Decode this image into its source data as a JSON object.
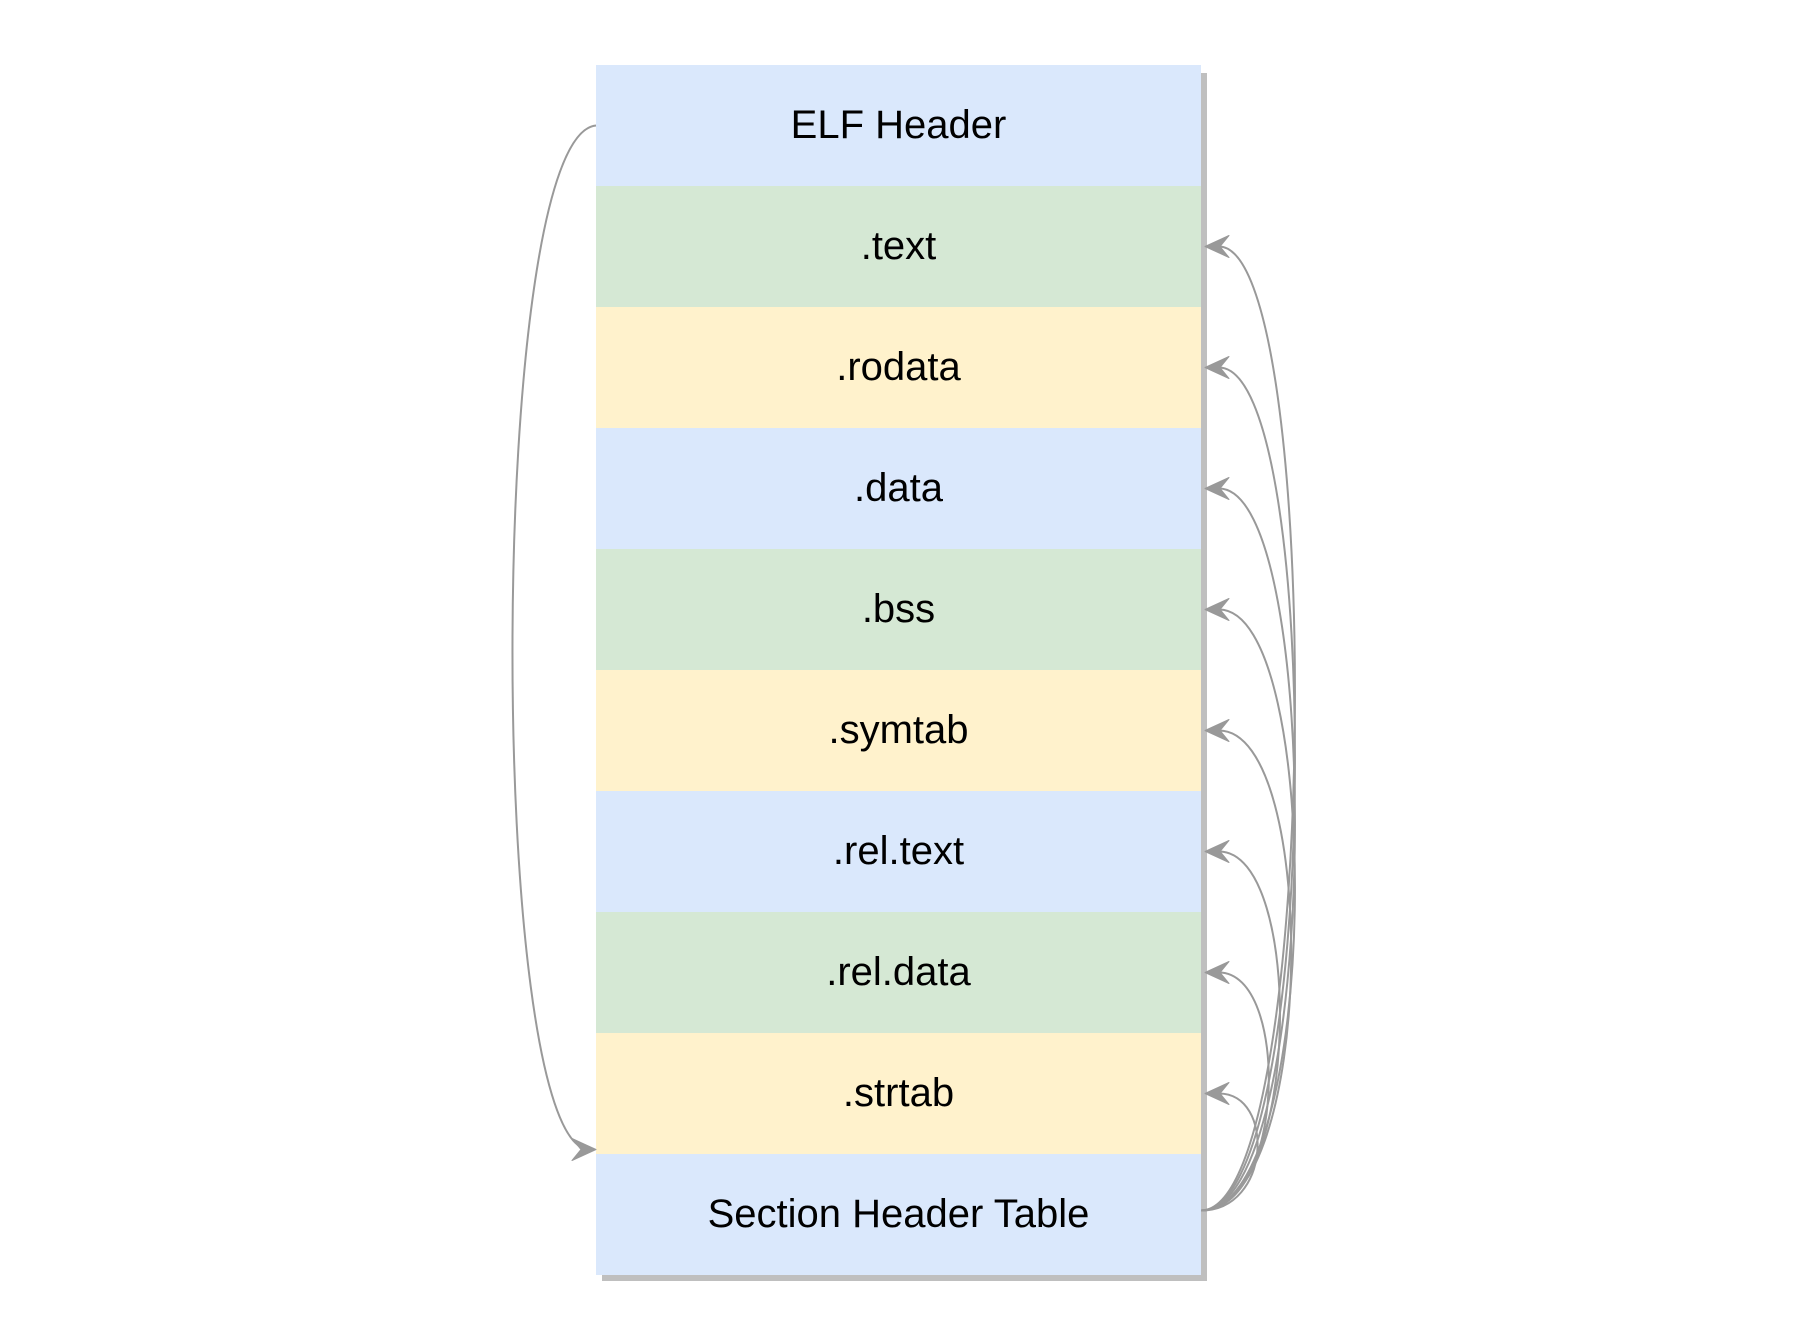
{
  "colors": {
    "blue": "#dae8fc",
    "green": "#d5e8d4",
    "yellow": "#fff2cc",
    "connector": "#999999",
    "shadow": "#bfbfbf",
    "text": "#000000"
  },
  "sections": [
    {
      "label": "ELF Header",
      "color": "blue"
    },
    {
      "label": ".text",
      "color": "green"
    },
    {
      "label": ".rodata",
      "color": "yellow"
    },
    {
      "label": ".data",
      "color": "blue"
    },
    {
      "label": ".bss",
      "color": "green"
    },
    {
      "label": ".symtab",
      "color": "yellow"
    },
    {
      "label": ".rel.text",
      "color": "blue"
    },
    {
      "label": ".rel.data",
      "color": "green"
    },
    {
      "label": ".strtab",
      "color": "yellow"
    },
    {
      "label": "Section Header Table",
      "color": "blue"
    }
  ],
  "connections": [
    {
      "from": "ELF Header",
      "to": "Section Header Table",
      "side": "left"
    },
    {
      "from": "Section Header Table",
      "to": ".text",
      "side": "right"
    },
    {
      "from": "Section Header Table",
      "to": ".rodata",
      "side": "right"
    },
    {
      "from": "Section Header Table",
      "to": ".data",
      "side": "right"
    },
    {
      "from": "Section Header Table",
      "to": ".bss",
      "side": "right"
    },
    {
      "from": "Section Header Table",
      "to": ".symtab",
      "side": "right"
    },
    {
      "from": "Section Header Table",
      "to": ".rel.text",
      "side": "right"
    },
    {
      "from": "Section Header Table",
      "to": ".rel.data",
      "side": "right"
    },
    {
      "from": "Section Header Table",
      "to": ".strtab",
      "side": "right"
    }
  ]
}
